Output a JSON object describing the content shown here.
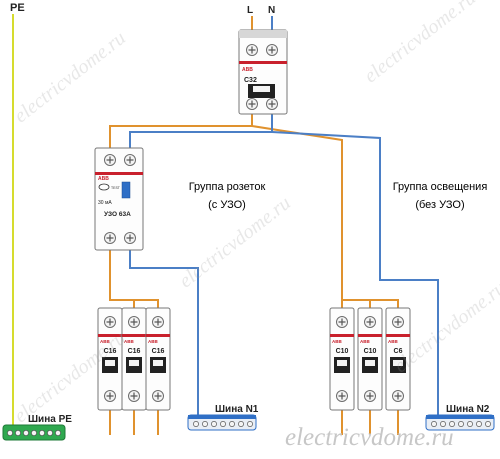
{
  "labels": {
    "pe": "PE",
    "l": "L",
    "n": "N"
  },
  "main_breaker": {
    "brand": "ABB",
    "rating": "C32"
  },
  "rcd": {
    "brand": "ABB",
    "current": "30 мА",
    "rating": "УЗО 63А",
    "test": "TEST"
  },
  "groups": {
    "sockets": {
      "line1": "Группа розеток",
      "line2": "(с УЗО)"
    },
    "lighting": {
      "line1": "Группа освещения",
      "line2": "(без УЗО)"
    }
  },
  "breakers_sockets": [
    {
      "brand": "ABB",
      "rating": "C16"
    },
    {
      "brand": "ABB",
      "rating": "C16"
    },
    {
      "brand": "ABB",
      "rating": "C16"
    }
  ],
  "breakers_lighting": [
    {
      "brand": "ABB",
      "rating": "C10"
    },
    {
      "brand": "ABB",
      "rating": "C10"
    },
    {
      "brand": "ABB",
      "rating": "C6"
    }
  ],
  "buses": {
    "pe": "Шина PE",
    "n1": "Шина N1",
    "n2": "Шина N2"
  },
  "watermark": "electricvdome.ru",
  "colors": {
    "phase": "#e0922e",
    "neutral": "#4b7fc6",
    "pe": "#d6dc2e",
    "pe_bus": "#2fa84f",
    "n_bus": "#2f6fc6",
    "abb": "#c8202c"
  }
}
